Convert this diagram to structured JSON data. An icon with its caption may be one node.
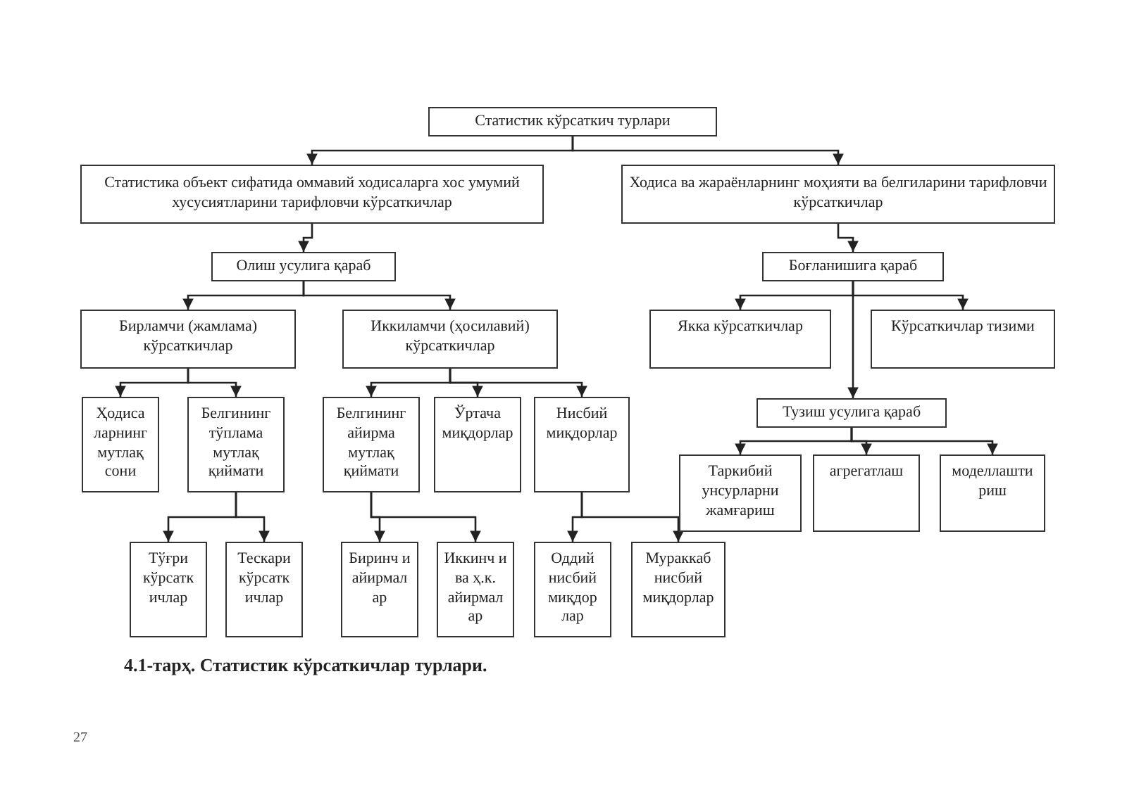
{
  "diagram": {
    "caption": "4.1-тарҳ. Статистик кўрсаткичлар турлари.",
    "nodes": [
      {
        "text": [
          "Статистик кўрсаткич турлари"
        ]
      },
      {
        "text": [
          "Статистика объект сифатида оммавий ходисаларга хос умумий хусусиятларини тарифловчи кўрсаткичлар"
        ]
      },
      {
        "text": [
          "Ходиса ва жараёнларнинг моҳияти ва белгиларини тарифловчи кўрсаткичлар"
        ]
      },
      {
        "text": [
          "Олиш усулига қараб"
        ]
      },
      {
        "text": [
          "Бирламчи (жамлама) кўрсаткичлар"
        ]
      },
      {
        "text": [
          "Иккиламчи (ҳосилавий) кўрсаткичлар"
        ]
      },
      {
        "text": [
          "Боғланишига қараб"
        ]
      },
      {
        "text": [
          "Якка кўрсаткичлар"
        ]
      },
      {
        "text": [
          "Кўрсаткичлар тизими"
        ]
      },
      {
        "text": [
          "Ҳодиса ларнинг мутлақ сони"
        ]
      },
      {
        "text": [
          "Белгининг тўплама мутлақ қиймати"
        ]
      },
      {
        "text": [
          "Белгининг айирма мутлақ қиймати"
        ]
      },
      {
        "text": [
          "Ўртача миқдорлар"
        ]
      },
      {
        "text": [
          "Нисбий миқдорлар"
        ]
      },
      {
        "text": [
          "Тузиш усулига қараб"
        ]
      },
      {
        "text": [
          "Таркибий унсурларни жамғариш"
        ]
      },
      {
        "text": [
          "агрегатлаш"
        ]
      },
      {
        "text": [
          "моделлашти риш"
        ]
      },
      {
        "text": [
          "Тўғри кўрсатк ичлар"
        ]
      },
      {
        "text": [
          "Тескари кўрсатк ичлар"
        ]
      },
      {
        "text": [
          "Биринч и айирмал ар"
        ]
      },
      {
        "text": [
          "Иккинч и ва ҳ.к. айирмал ар"
        ]
      },
      {
        "text": [
          "Оддий нисбий миқдор лар"
        ]
      },
      {
        "text": [
          "Мураккаб нисбий миқдорлар"
        ]
      }
    ],
    "edges": [
      {
        "from": 0,
        "to": 1,
        "arrow": "to"
      },
      {
        "from": 0,
        "to": 2,
        "arrow": "to"
      },
      {
        "from": 1,
        "to": 3,
        "arrow": "to"
      },
      {
        "from": 3,
        "to": 4,
        "arrow": "to"
      },
      {
        "from": 3,
        "to": 5,
        "arrow": "to"
      },
      {
        "from": 2,
        "to": 6,
        "arrow": "to"
      },
      {
        "from": 6,
        "to": 7,
        "arrow": "to"
      },
      {
        "from": 6,
        "to": 8,
        "arrow": "to"
      },
      {
        "from": 6,
        "to": 14,
        "arrow": "to"
      },
      {
        "from": 4,
        "to": 9,
        "arrow": "to"
      },
      {
        "from": 4,
        "to": 10,
        "arrow": "to"
      },
      {
        "from": 5,
        "to": 11,
        "arrow": "to"
      },
      {
        "from": 5,
        "to": 12,
        "arrow": "to"
      },
      {
        "from": 5,
        "to": 13,
        "arrow": "to"
      },
      {
        "from": 14,
        "to": 15,
        "arrow": "to"
      },
      {
        "from": 14,
        "to": 16,
        "arrow": "to"
      },
      {
        "from": 14,
        "to": 17,
        "arrow": "to"
      },
      {
        "from": 10,
        "to": 18,
        "arrow": "to"
      },
      {
        "from": 10,
        "to": 19,
        "arrow": "to"
      },
      {
        "from": 11,
        "to": 20,
        "arrow": "to"
      },
      {
        "from": 11,
        "to": 21,
        "arrow": "to"
      },
      {
        "from": 13,
        "to": 22,
        "arrow": "to"
      },
      {
        "from": 13,
        "to": 23,
        "arrow": "to"
      }
    ],
    "labels": [
      "27"
    ]
  }
}
